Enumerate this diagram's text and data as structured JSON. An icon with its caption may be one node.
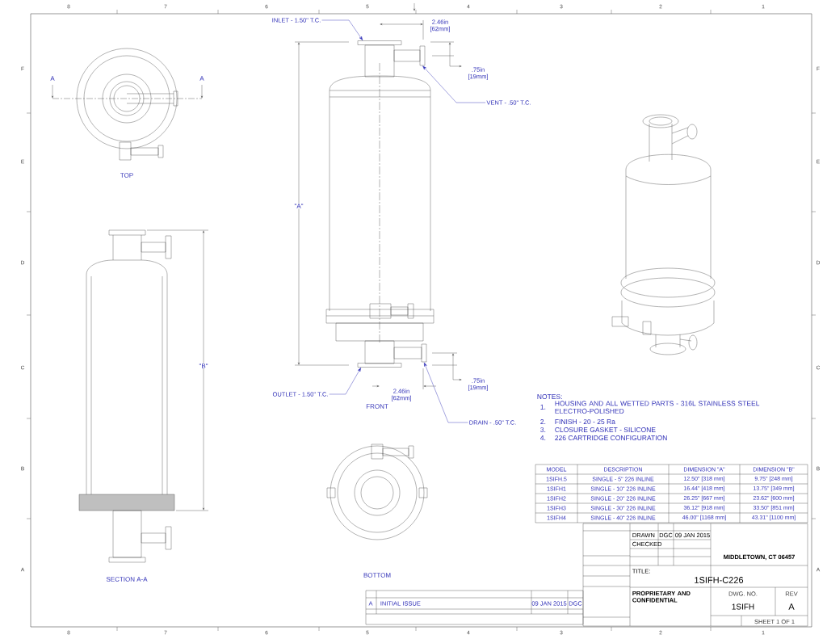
{
  "diagram": {
    "nodes": [
      {
        "text": [
          "INLET - 1.50\" T.C."
        ]
      },
      {
        "text": [],
        "shape": "box"
      },
      {
        "text": [
          "VENT - .50\" T.C."
        ]
      },
      {
        "text": [],
        "shape": "box"
      },
      {
        "text": [
          "OUTLET - 1.50\" T.C."
        ]
      },
      {
        "text": [],
        "shape": "box"
      },
      {
        "text": [
          "DRAIN - .50\" T.C."
        ]
      },
      {
        "text": [],
        "shape": "box"
      }
    ],
    "edges": [
      {
        "from": 0,
        "to": 1,
        "arrow": "to"
      },
      {
        "from": 2,
        "to": 3,
        "arrow": "to"
      },
      {
        "from": 4,
        "to": 5,
        "arrow": "to"
      },
      {
        "from": 6,
        "to": 7,
        "arrow": "to"
      }
    ],
    "labels": [
      "8",
      "7",
      "6",
      "5",
      "4",
      "3",
      "2",
      "1",
      "F",
      "E",
      "D",
      "C",
      "B",
      "A",
      "F",
      "E",
      "D",
      "C",
      "B",
      "A",
      "8",
      "7",
      "6",
      "5",
      "4",
      "3",
      "2",
      "1",
      "A",
      "A",
      "TOP",
      "2.46in [62mm]",
      ".75in [19mm]",
      "\"A\"",
      "\"B\"",
      "FRONT",
      "2.46in [62mm]",
      ".75in [19mm]",
      "NOTES:",
      "1.",
      "HOUSING AND ALL WETTED PARTS - 316L STAINLESS STEEL ELECTRO-POLISHED",
      "2.",
      "FINISH - 20 - 25 Ra",
      "3.",
      "CLOSURE GASKET - SILICONE",
      "4.",
      "226 CARTRIDGE CONFIGURATION",
      "BOTTOM",
      "SECTION A-A",
      "MODEL",
      "DESCRIPTION",
      "DIMENSION \"A\"",
      "DIMENSION \"B\"",
      "1SIFH.5",
      "SINGLE - 5\" 226 INLINE",
      "12.50\" [318 mm]",
      "9.75\" [248 mm]",
      "1SIFH1",
      "SINGLE - 10\" 226 INLINE",
      "16.44\" [418 mm]",
      "13.75\" [349 mm]",
      "1SIFH2",
      "SINGLE - 20\" 226 INLINE",
      "26.25\" [667 mm]",
      "23.62\" [600 mm]",
      "1SIFH3",
      "SINGLE - 30\" 226 INLINE",
      "36.12\" [918 mm]",
      "33.50\" [851 mm]",
      "1SIFH4",
      "SINGLE - 40\" 226 INLINE",
      "46.00\" [1168 mm]",
      "43.31\" [1100 mm]",
      "DRAWN",
      "DGC",
      "09 JAN 2015",
      "CHECKED",
      "MIDDLETOWN, CT 06457",
      "TITLE:",
      "1SIFH-C226",
      "PROPRIETARY AND CONFIDENTIAL",
      "DWG. NO.",
      "REV",
      "1SIFH",
      "A",
      "SHEET 1 OF 1",
      "A",
      "INITIAL ISSUE",
      "09 JAN 2015",
      "DGC"
    ]
  }
}
